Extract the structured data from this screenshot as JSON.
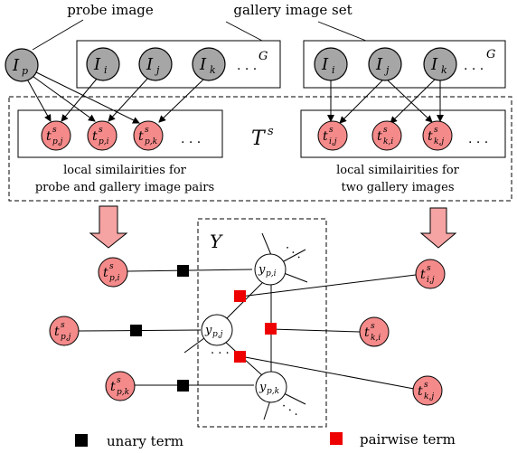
{
  "labels": {
    "probe_image": "probe image",
    "gallery_image_set": "gallery image set",
    "gallery_set_symbol": "G",
    "local_sims_symbol": "T",
    "local_sims_sup": "s",
    "model_symbol": "Y",
    "caption_left_line1": "local similairities for",
    "caption_left_line2": "probe and gallery image pairs",
    "caption_right_line1": "local similairities for",
    "caption_right_line2": "two gallery images",
    "unary_term": "unary term",
    "pairwise_term": "pairwise term",
    "ellipsis": ". . ."
  },
  "nodes": {
    "image_letter": "I",
    "probe_sub": "p",
    "gallery_subs": [
      "i",
      "j",
      "k"
    ],
    "sim_letter": "t",
    "sim_sup": "s",
    "var_letter": "y",
    "left_sims": [
      "p,j",
      "p,i",
      "p,k"
    ],
    "right_sims": [
      "i,j",
      "k,i",
      "k,j"
    ],
    "field_left_sims": [
      "p,i",
      "p,j",
      "p,k"
    ],
    "field_right_sims": [
      "i,j",
      "k,i",
      "k,j"
    ],
    "vars": [
      "p,i",
      "p,j",
      "p,k"
    ]
  },
  "colors": {
    "image_node": "#a6a6a6",
    "similarity_node": "#f48a8a",
    "unary_factor": "#000000",
    "pairwise_factor": "#ee0000",
    "down_arrow": "#f5a3a3"
  }
}
